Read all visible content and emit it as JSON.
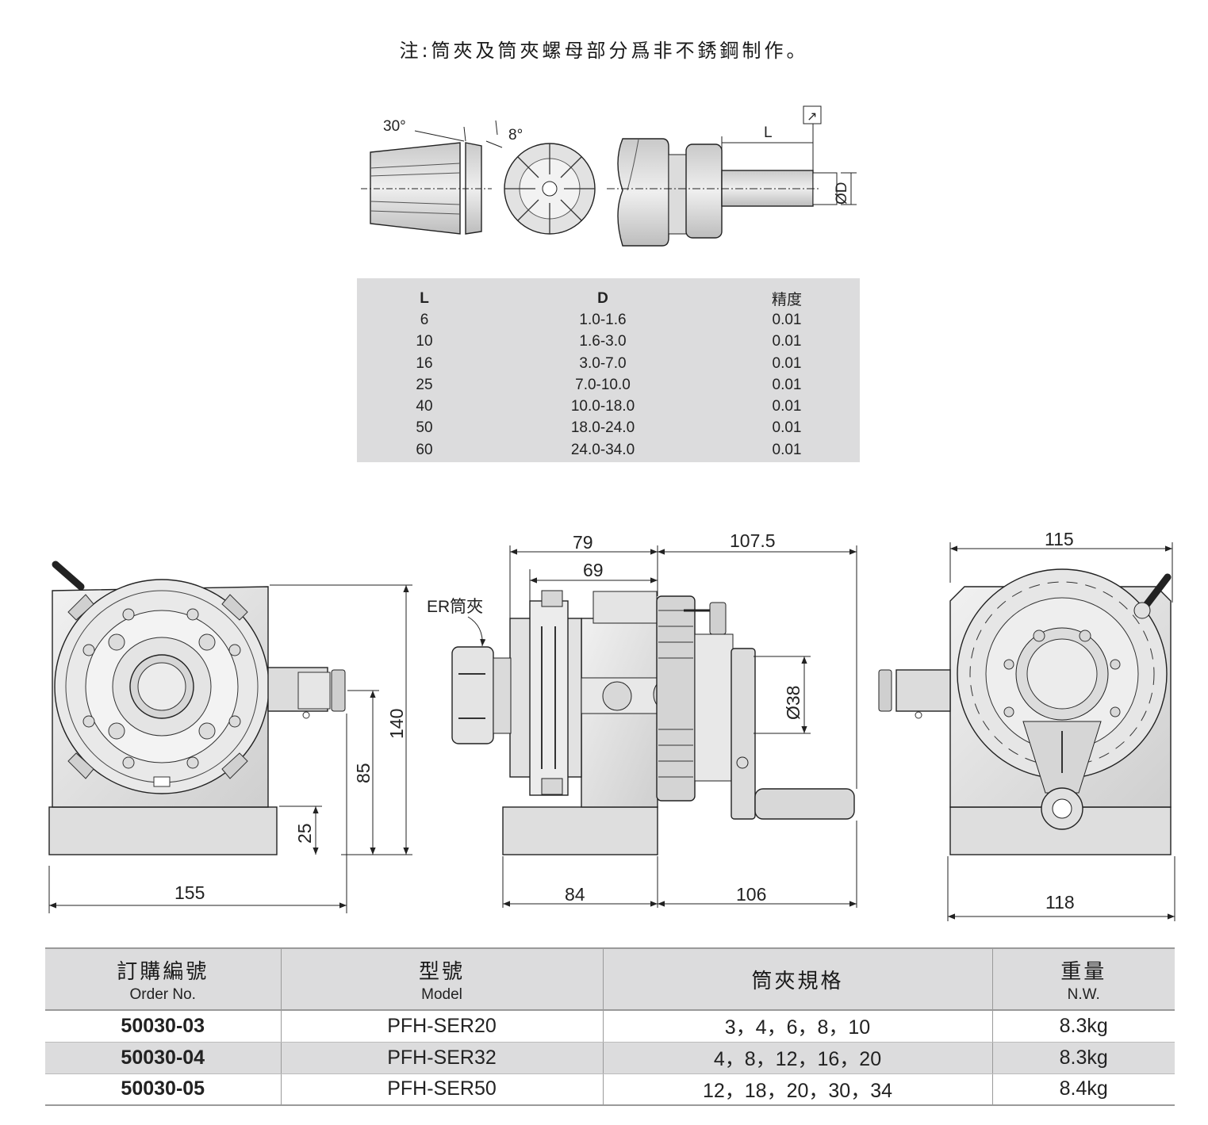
{
  "note": "注:筒夾及筒夾螺母部分爲非不銹鋼制作。",
  "collet_diagram": {
    "angle_a": "30°",
    "angle_b": "8°",
    "length_label": "L",
    "diameter_label": "ØD",
    "gauge_symbol": "↗"
  },
  "spec_table": {
    "headers": [
      "L",
      "D",
      "精度"
    ],
    "rows": [
      [
        "6",
        "1.0-1.6",
        "0.01"
      ],
      [
        "10",
        "1.6-3.0",
        "0.01"
      ],
      [
        "16",
        "3.0-7.0",
        "0.01"
      ],
      [
        "25",
        "7.0-10.0",
        "0.01"
      ],
      [
        "40",
        "10.0-18.0",
        "0.01"
      ],
      [
        "50",
        "18.0-24.0",
        "0.01"
      ],
      [
        "60",
        "24.0-34.0",
        "0.01"
      ]
    ]
  },
  "views": {
    "front": {
      "width": "155",
      "h1": "140",
      "h2": "85",
      "h3": "25"
    },
    "side": {
      "d79": "79",
      "d69": "69",
      "d1075": "107.5",
      "d38": "Ø38",
      "d84": "84",
      "d106": "106",
      "collet_label": "ER筒夾"
    },
    "rear": {
      "top": "115",
      "bottom": "118"
    }
  },
  "order_table": {
    "headers": [
      {
        "zh": "訂購編號",
        "en": "Order No."
      },
      {
        "zh": "型號",
        "en": "Model"
      },
      {
        "zh": "筒夾規格",
        "en": ""
      },
      {
        "zh": "重量",
        "en": "N.W."
      }
    ],
    "rows": [
      {
        "order_no": "50030-03",
        "model": "PFH-SER20",
        "spec": "3，4，6，8，10",
        "weight": "8.3kg"
      },
      {
        "order_no": "50030-04",
        "model": "PFH-SER32",
        "spec": "4，8，12，16，20",
        "weight": "8.3kg"
      },
      {
        "order_no": "50030-05",
        "model": "PFH-SER50",
        "spec": "12，18，20，30，34",
        "weight": "8.4kg"
      }
    ]
  }
}
